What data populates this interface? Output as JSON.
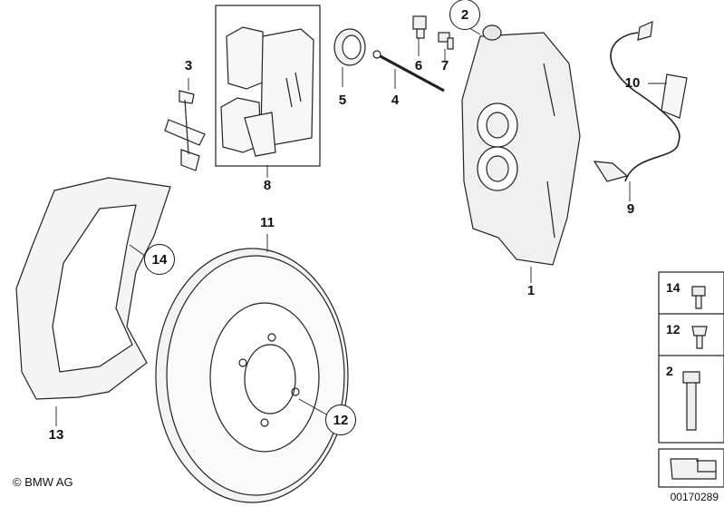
{
  "callouts": {
    "n1": "1",
    "n2": "2",
    "n3": "3",
    "n4": "4",
    "n5": "5",
    "n6": "6",
    "n7": "7",
    "n8": "8",
    "n9": "9",
    "n10": "10",
    "n11": "11",
    "n12": "12",
    "n13": "13",
    "n14": "14"
  },
  "sidebar": {
    "s14": "14",
    "s12": "12",
    "s2": "2"
  },
  "footer": {
    "copyright": "© BMW AG",
    "doc_id": "00170289"
  },
  "colors": {
    "line": "#222222",
    "fill": "#f4f4f4"
  }
}
